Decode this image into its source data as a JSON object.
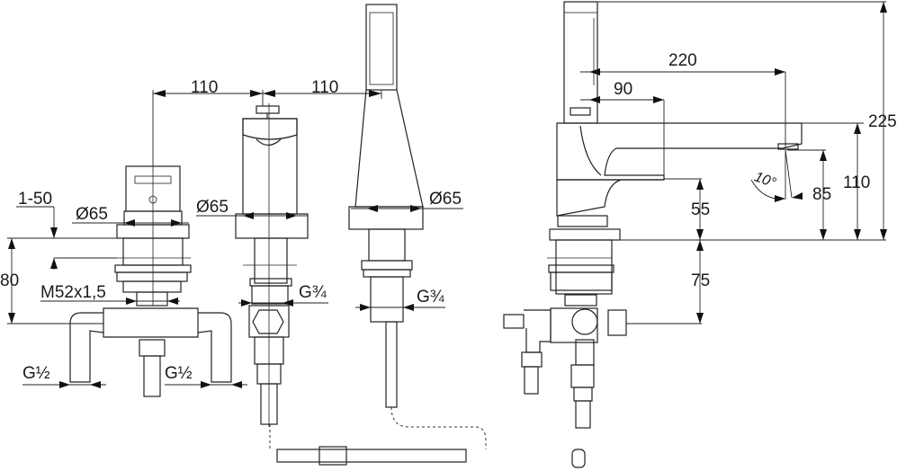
{
  "drawing": {
    "front_view": {
      "spacing_left": "110",
      "spacing_right": "110",
      "mixer_adjust": "1-50",
      "mixer_diameter": "Ø65",
      "spout_diameter": "Ø65",
      "shower_diameter": "Ø65",
      "height_80": "80",
      "thread": "M52x1,5",
      "spout_connection": "G¾",
      "shower_connection": "G¾",
      "inlet_left": "G½",
      "inlet_right": "G½"
    },
    "side_view": {
      "projection_220": "220",
      "projection_90": "90",
      "total_height": "225",
      "spout_height": "110",
      "outlet_height": "85",
      "lever_height": "55",
      "below_deck": "75",
      "angle": "10°"
    }
  }
}
